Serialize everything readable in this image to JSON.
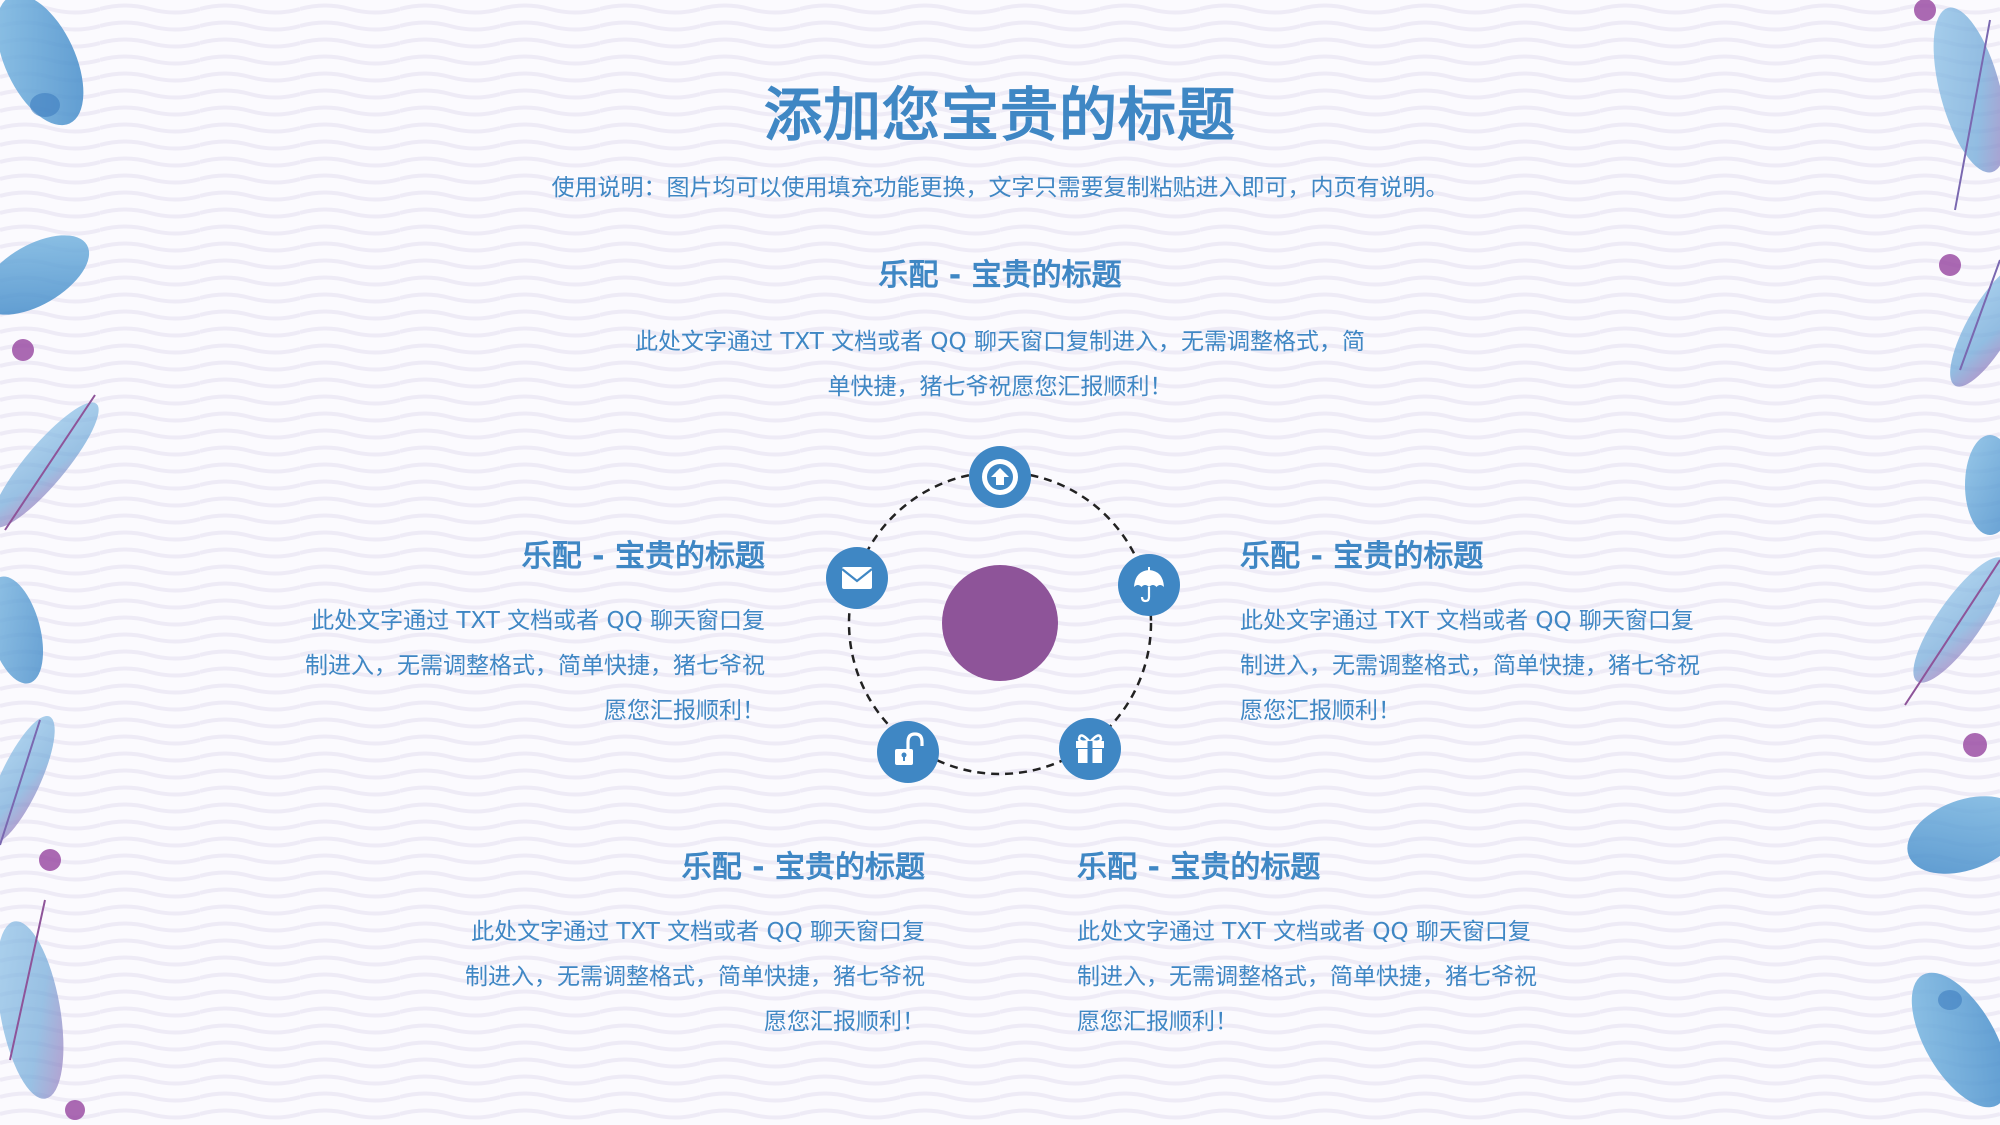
{
  "slide": {
    "title": "添加您宝贵的标题",
    "subtitle": "使用说明：图片均可以使用填充功能更换，文字只需要复制粘贴进入即可，内页有说明。"
  },
  "blocks": {
    "top": {
      "heading": "乐配 - 宝贵的标题",
      "lines": [
        "此处文字通过 TXT 文档或者 QQ 聊天窗口复制进入，无需调整格式，简",
        "单快捷，猪七爷祝愿您汇报顺利！"
      ]
    },
    "left": {
      "heading": "乐配 - 宝贵的标题",
      "lines": [
        "此处文字通过 TXT 文档或者 QQ 聊天窗口复",
        "制进入，无需调整格式，简单快捷，猪七爷祝",
        "愿您汇报顺利！"
      ]
    },
    "right": {
      "heading": "乐配 - 宝贵的标题",
      "lines": [
        "此处文字通过 TXT 文档或者 QQ 聊天窗口复",
        "制进入，无需调整格式，简单快捷，猪七爷祝",
        "愿您汇报顺利！"
      ]
    },
    "bottom_left": {
      "heading": "乐配 - 宝贵的标题",
      "lines": [
        "此处文字通过 TXT 文档或者 QQ 聊天窗口复",
        "制进入，无需调整格式，简单快捷，猪七爷祝",
        "愿您汇报顺利！"
      ]
    },
    "bottom_right": {
      "heading": "乐配 - 宝贵的标题",
      "lines": [
        "此处文字通过 TXT 文档或者 QQ 聊天窗口复",
        "制进入，无需调整格式，简单快捷，猪七爷祝",
        "愿您汇报顺利！"
      ]
    }
  },
  "diagram": {
    "center_color": "#8E5499",
    "icon_color": "#3F87C4",
    "icons": [
      "upload-icon",
      "umbrella-icon",
      "gift-icon",
      "unlock-icon",
      "envelope-icon"
    ]
  },
  "colors": {
    "text": "#3F87C4",
    "background": "#FBFAFE",
    "wave": "#EEEBF6",
    "feather_blue": "#5BA3D6",
    "feather_purple": "#9B5BA8"
  }
}
